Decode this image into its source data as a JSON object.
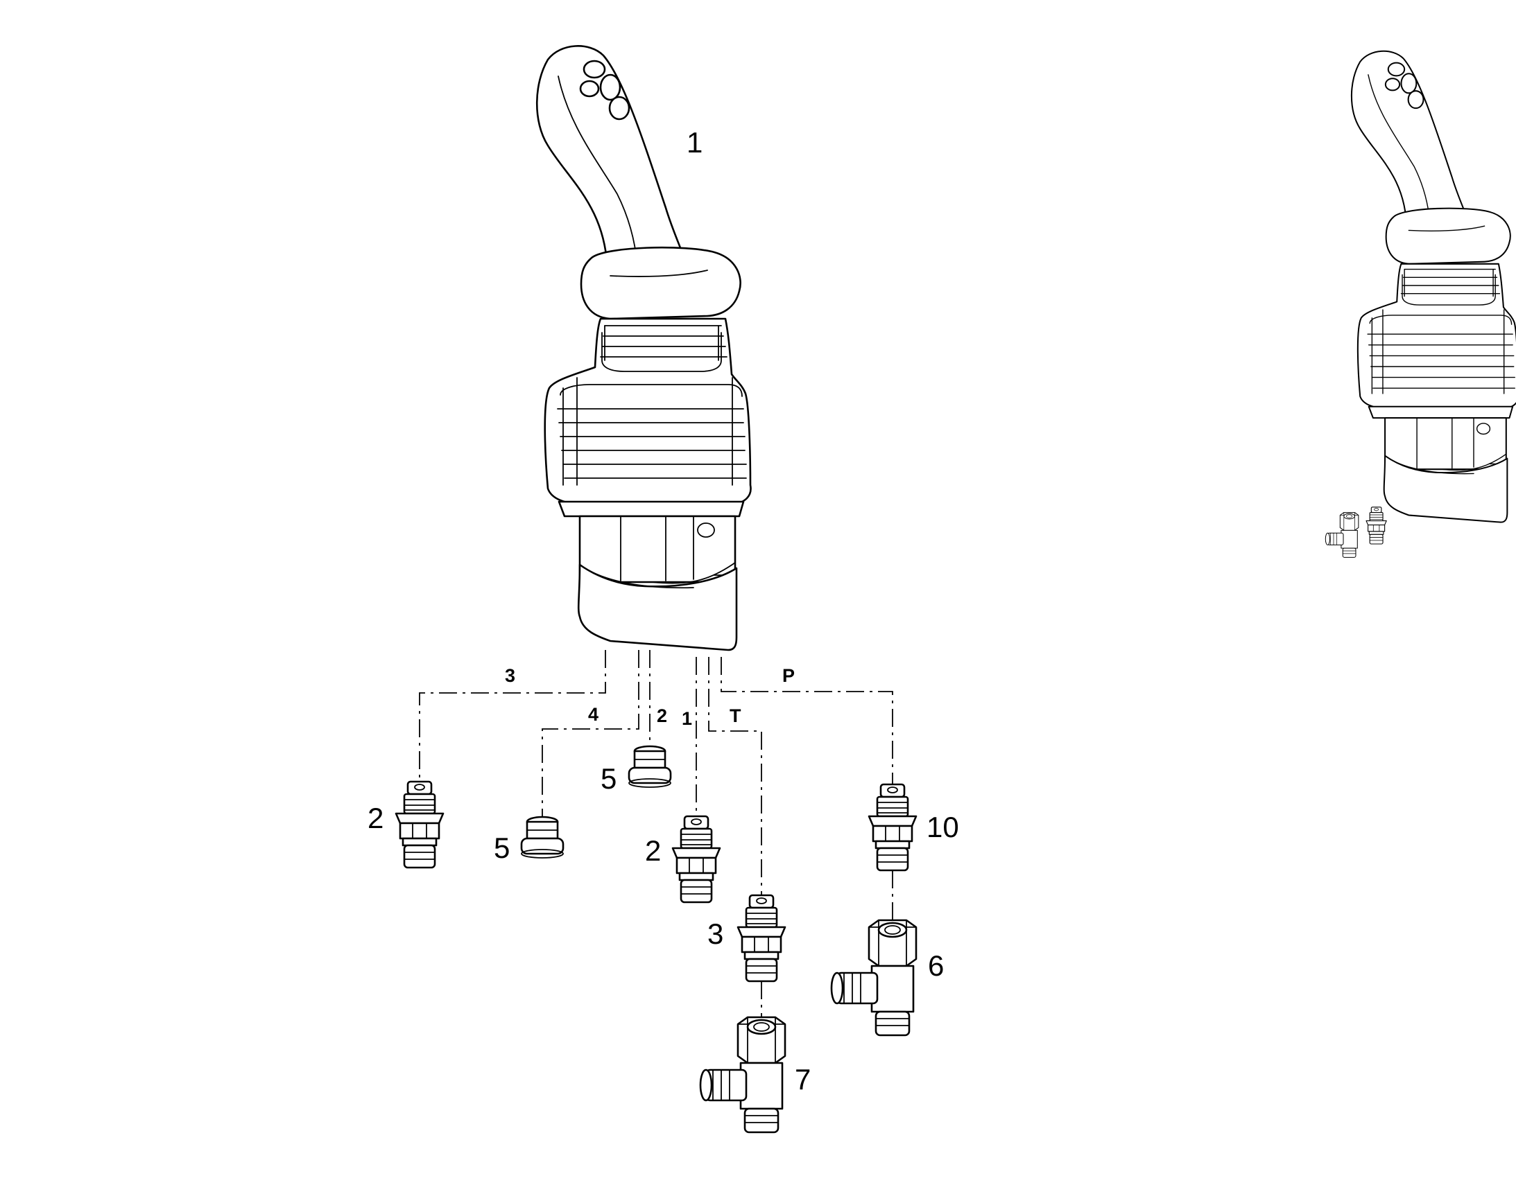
{
  "diagram": {
    "callouts": {
      "joystick": "1",
      "fitting_port3": "2",
      "plug_port4": "5",
      "plug_port2": "5",
      "fitting_port1": "2",
      "fitting_portT": "3",
      "fitting_portP": "10",
      "tee_P": "6",
      "tee_T": "7"
    },
    "ports": {
      "p3": "3",
      "p4": "4",
      "p2": "2",
      "p1": "1",
      "pT": "T",
      "pP": "P"
    }
  }
}
